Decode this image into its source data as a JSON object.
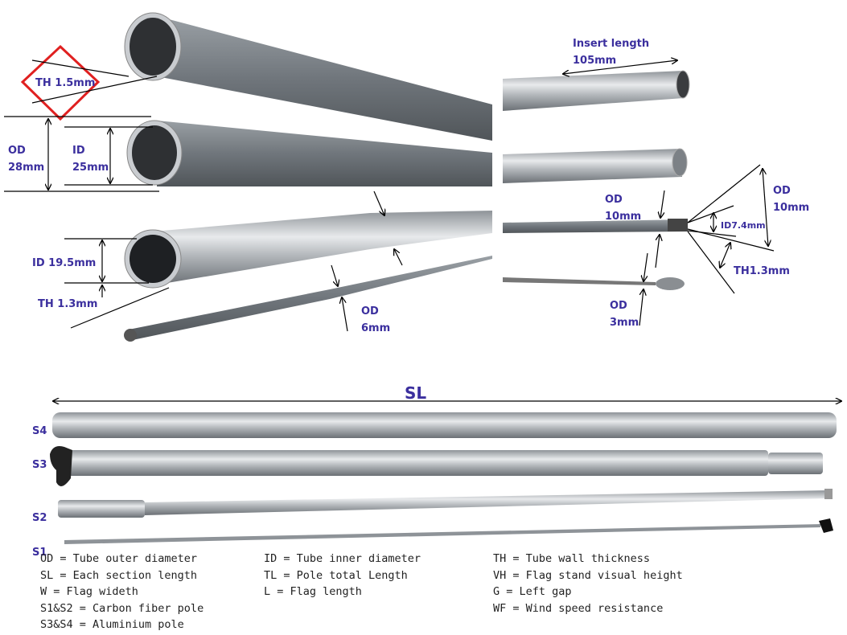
{
  "top_left": {
    "th_top": "TH 1.5mm",
    "od_label": "OD",
    "od_value": "28mm",
    "id_label": "ID",
    "id_value": "25mm",
    "id_mid": "ID 19.5mm",
    "th_mid": "TH 1.3mm",
    "od_small_label": "OD",
    "od_small_value": "6mm"
  },
  "top_right": {
    "insert_label": "Insert length",
    "insert_value": "105mm",
    "od10_label": "OD",
    "od10_value": "10mm",
    "od10b_label": "OD",
    "od10b_value": "10mm",
    "id_small": "ID7.4mm",
    "th_small": "TH1.3mm",
    "od3_label": "OD",
    "od3_value": "3mm"
  },
  "sections": {
    "sl": "SL",
    "s4": "S4",
    "s3": "S3",
    "s2": "S2",
    "s1": "S1"
  },
  "legend": {
    "col1": [
      "OD = Tube outer diameter",
      "SL = Each section length",
      "W = Flag wideth",
      "S1&S2 = Carbon fiber pole",
      "S3&S4 = Aluminium pole"
    ],
    "col2": [
      "ID = Tube inner diameter",
      "TL = Pole total Length",
      "L = Flag length"
    ],
    "col3": [
      "TH = Tube wall thickness",
      "VH = Flag stand visual height",
      "G = Left gap",
      "WF = Wind speed resistance"
    ]
  },
  "colors": {
    "label": "#3b2f9e",
    "highlight": "#e02020"
  }
}
